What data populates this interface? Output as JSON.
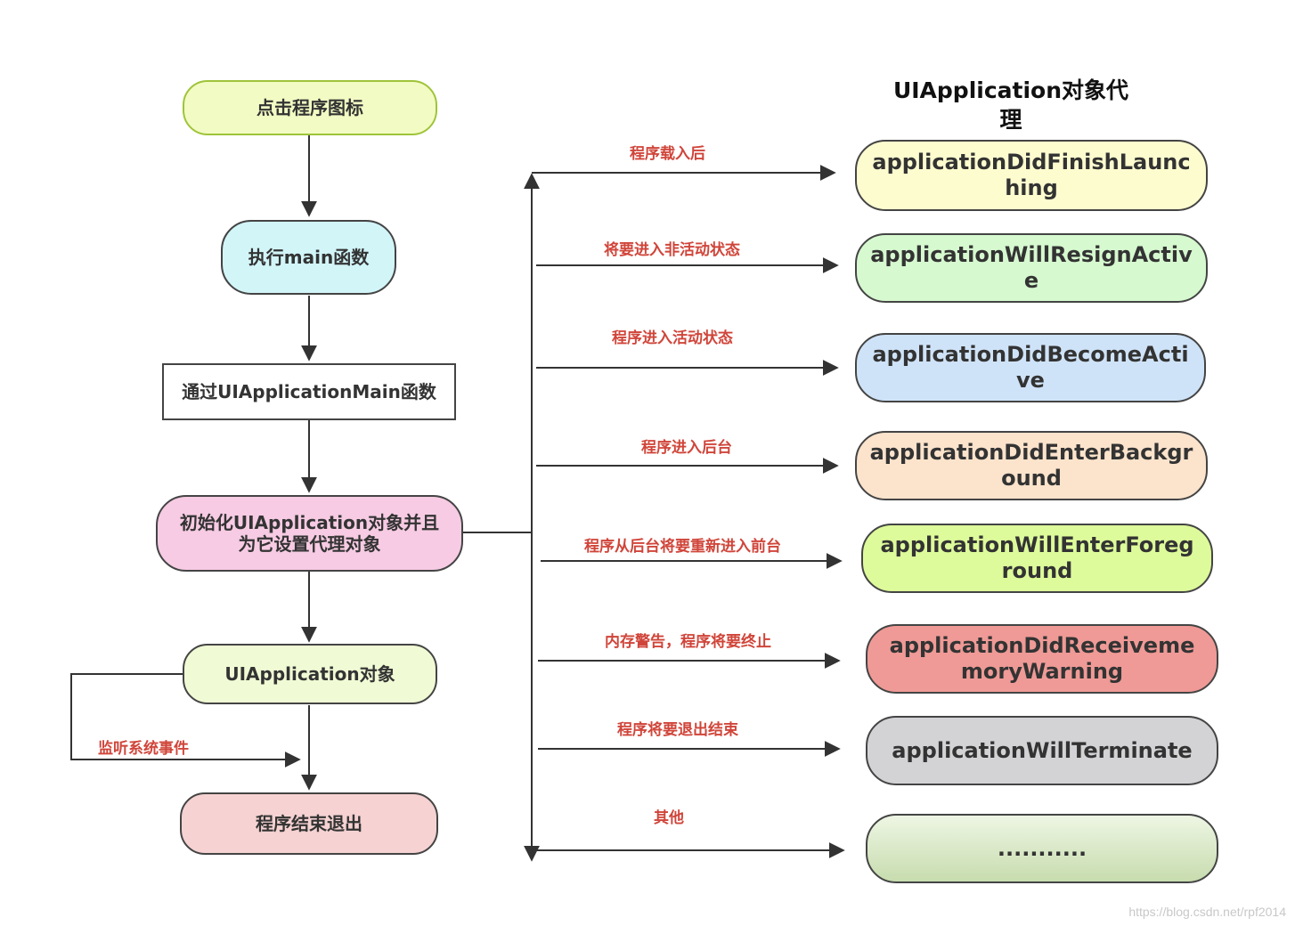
{
  "title": "UIApplication对象代理",
  "flow": {
    "start": "点击程序图标",
    "main": "执行main函数",
    "uiappmain": "通过UIApplicationMain函数",
    "init": "初始化UIApplication对象并且为它设置代理对象",
    "uiapp": "UIApplication对象",
    "exit": "程序结束退出",
    "listen_label": "监听系统事件"
  },
  "delegates": [
    {
      "event": "程序载入后",
      "method": "applicationDidFinishLaunching",
      "color": "#fdfccf"
    },
    {
      "event": "将要进入非活动状态",
      "method": "applicationWillResignActive",
      "color": "#d6f9cf"
    },
    {
      "event": "程序进入活动状态",
      "method": "applicationDidBecomeActive",
      "color": "#cfe3f8"
    },
    {
      "event": "程序进入后台",
      "method": "applicationDidEnterBackground",
      "color": "#fbe3cc"
    },
    {
      "event": "程序从后台将要重新进入前台",
      "method": "applicationWillEnterForeground",
      "color": "#ddfb9a"
    },
    {
      "event": "内存警告，程序将要终止",
      "method": "applicationDidReceivememoryWarning",
      "color": "#ef9a96"
    },
    {
      "event": "程序将要退出结束",
      "method": "applicationWillTerminate",
      "color": "#d3d3d6"
    },
    {
      "event": "其他",
      "method": "...........",
      "color": "#d3e6bc"
    }
  ],
  "colors": {
    "start": "#f3fbc4",
    "start_border": "#9fc43a",
    "main": "#d2f5f8",
    "init": "#f6cbe3",
    "uiapp": "#f0fad5",
    "exit": "#f6d2d2",
    "label": "#d0453a"
  },
  "watermark": "https://blog.csdn.net/rpf2014"
}
